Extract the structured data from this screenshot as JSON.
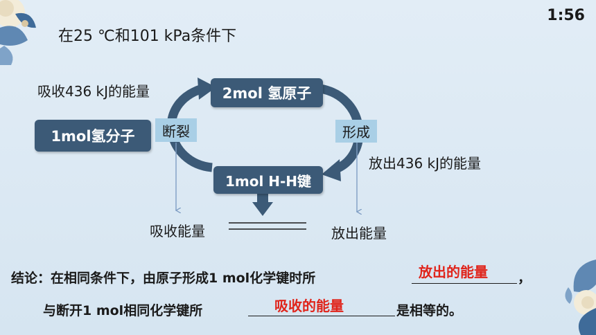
{
  "slide": {
    "timer": "1:56",
    "heading": "在25 ℃和101 kPa条件下",
    "diagram": {
      "node_top": "2mol 氢原子",
      "node_left": "1mol氢分子",
      "node_bottom": "1mol  H-H键",
      "tag_break": "断裂",
      "tag_form": "形成",
      "label_absorb_436": "吸收436 kJ的能量",
      "label_release_436": "放出436 kJ的能量",
      "label_absorb_energy": "吸收能量",
      "label_release_energy": "放出能量",
      "arrow_color": "#3c5a77",
      "thin_arrow_color": "#7f9ec4"
    },
    "conclusion": {
      "line1_prefix": "结论：在相同条件下，由原子形成1 mol化学键时所",
      "line1_answer": "放出的能量",
      "line1_suffix": "，",
      "line2_prefix": "与断开1 mol相同化学键所",
      "line2_answer": "吸收的能量",
      "line2_suffix": "是相等的。",
      "answer_color": "#e0241b"
    }
  }
}
